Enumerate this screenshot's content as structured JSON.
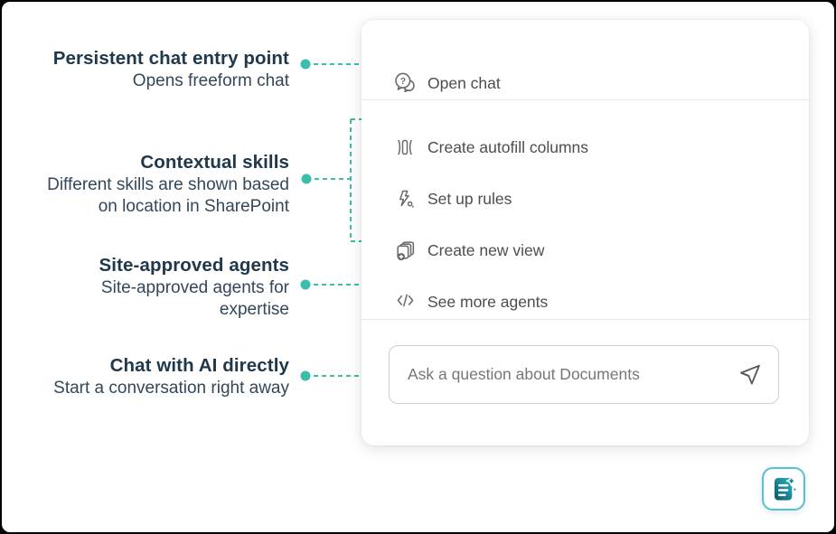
{
  "accent_color": "#3bbda9",
  "launcher_border_color": "#4cc5d5",
  "annotations": [
    {
      "title": "Persistent chat entry point",
      "lines": [
        "Opens freeform chat"
      ]
    },
    {
      "title": "Contextual skills",
      "lines": [
        "Different skills are shown based",
        "on location in SharePoint"
      ]
    },
    {
      "title": "Site-approved agents",
      "lines": [
        "Site-approved agents for",
        "expertise"
      ]
    },
    {
      "title": "Chat with AI directly",
      "lines": [
        "Start a conversation right away"
      ]
    }
  ],
  "menu": {
    "primary_item": {
      "label": "Open chat",
      "icon": "chat-question-icon"
    },
    "skill_items": [
      {
        "label": "Create autofill columns",
        "icon": "autofill-columns-icon"
      },
      {
        "label": "Set up rules",
        "icon": "rules-flash-icon"
      },
      {
        "label": "Create new view",
        "icon": "new-view-stack-icon"
      },
      {
        "label": "See more agents",
        "icon": "agents-code-icon"
      }
    ],
    "input": {
      "placeholder": "Ask a question about Documents",
      "value": "",
      "send_icon": "send-icon"
    }
  },
  "launcher": {
    "icon": "copilot-document-sparkle-icon"
  }
}
